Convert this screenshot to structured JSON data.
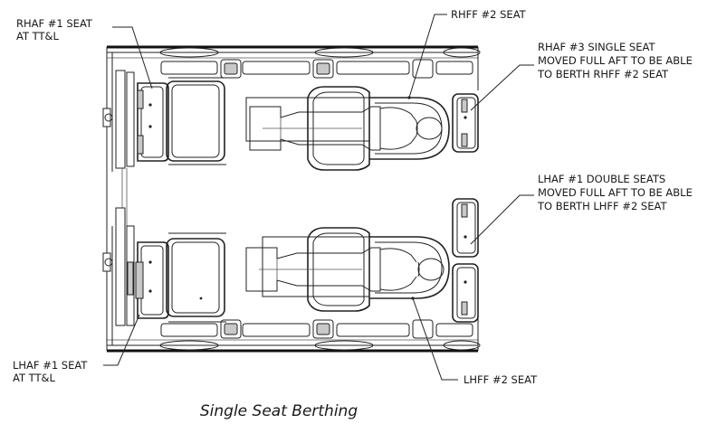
{
  "labels": {
    "rhaf1_line1": "RHAF #1 SEAT",
    "rhaf1_line2": "AT TT&L",
    "rhff2": "RHFF #2 SEAT",
    "rhaf3_line1": "RHAF #3 SINGLE SEAT",
    "rhaf3_line2": "MOVED FULL AFT TO BE ABLE",
    "rhaf3_line3": "TO BERTH RHFF #2 SEAT",
    "lhaf1d_line1": "LHAF #1 DOUBLE SEATS",
    "lhaf1d_line2": "MOVED FULL AFT TO BE ABLE",
    "lhaf1d_line3": "TO BERTH LHFF #2 SEAT",
    "lhaf1_line1": "LHAF #1 SEAT",
    "lhaf1_line2": "AT TT&L",
    "lhff2": "LHFF #2 SEAT"
  },
  "caption": "Single Seat Berthing"
}
